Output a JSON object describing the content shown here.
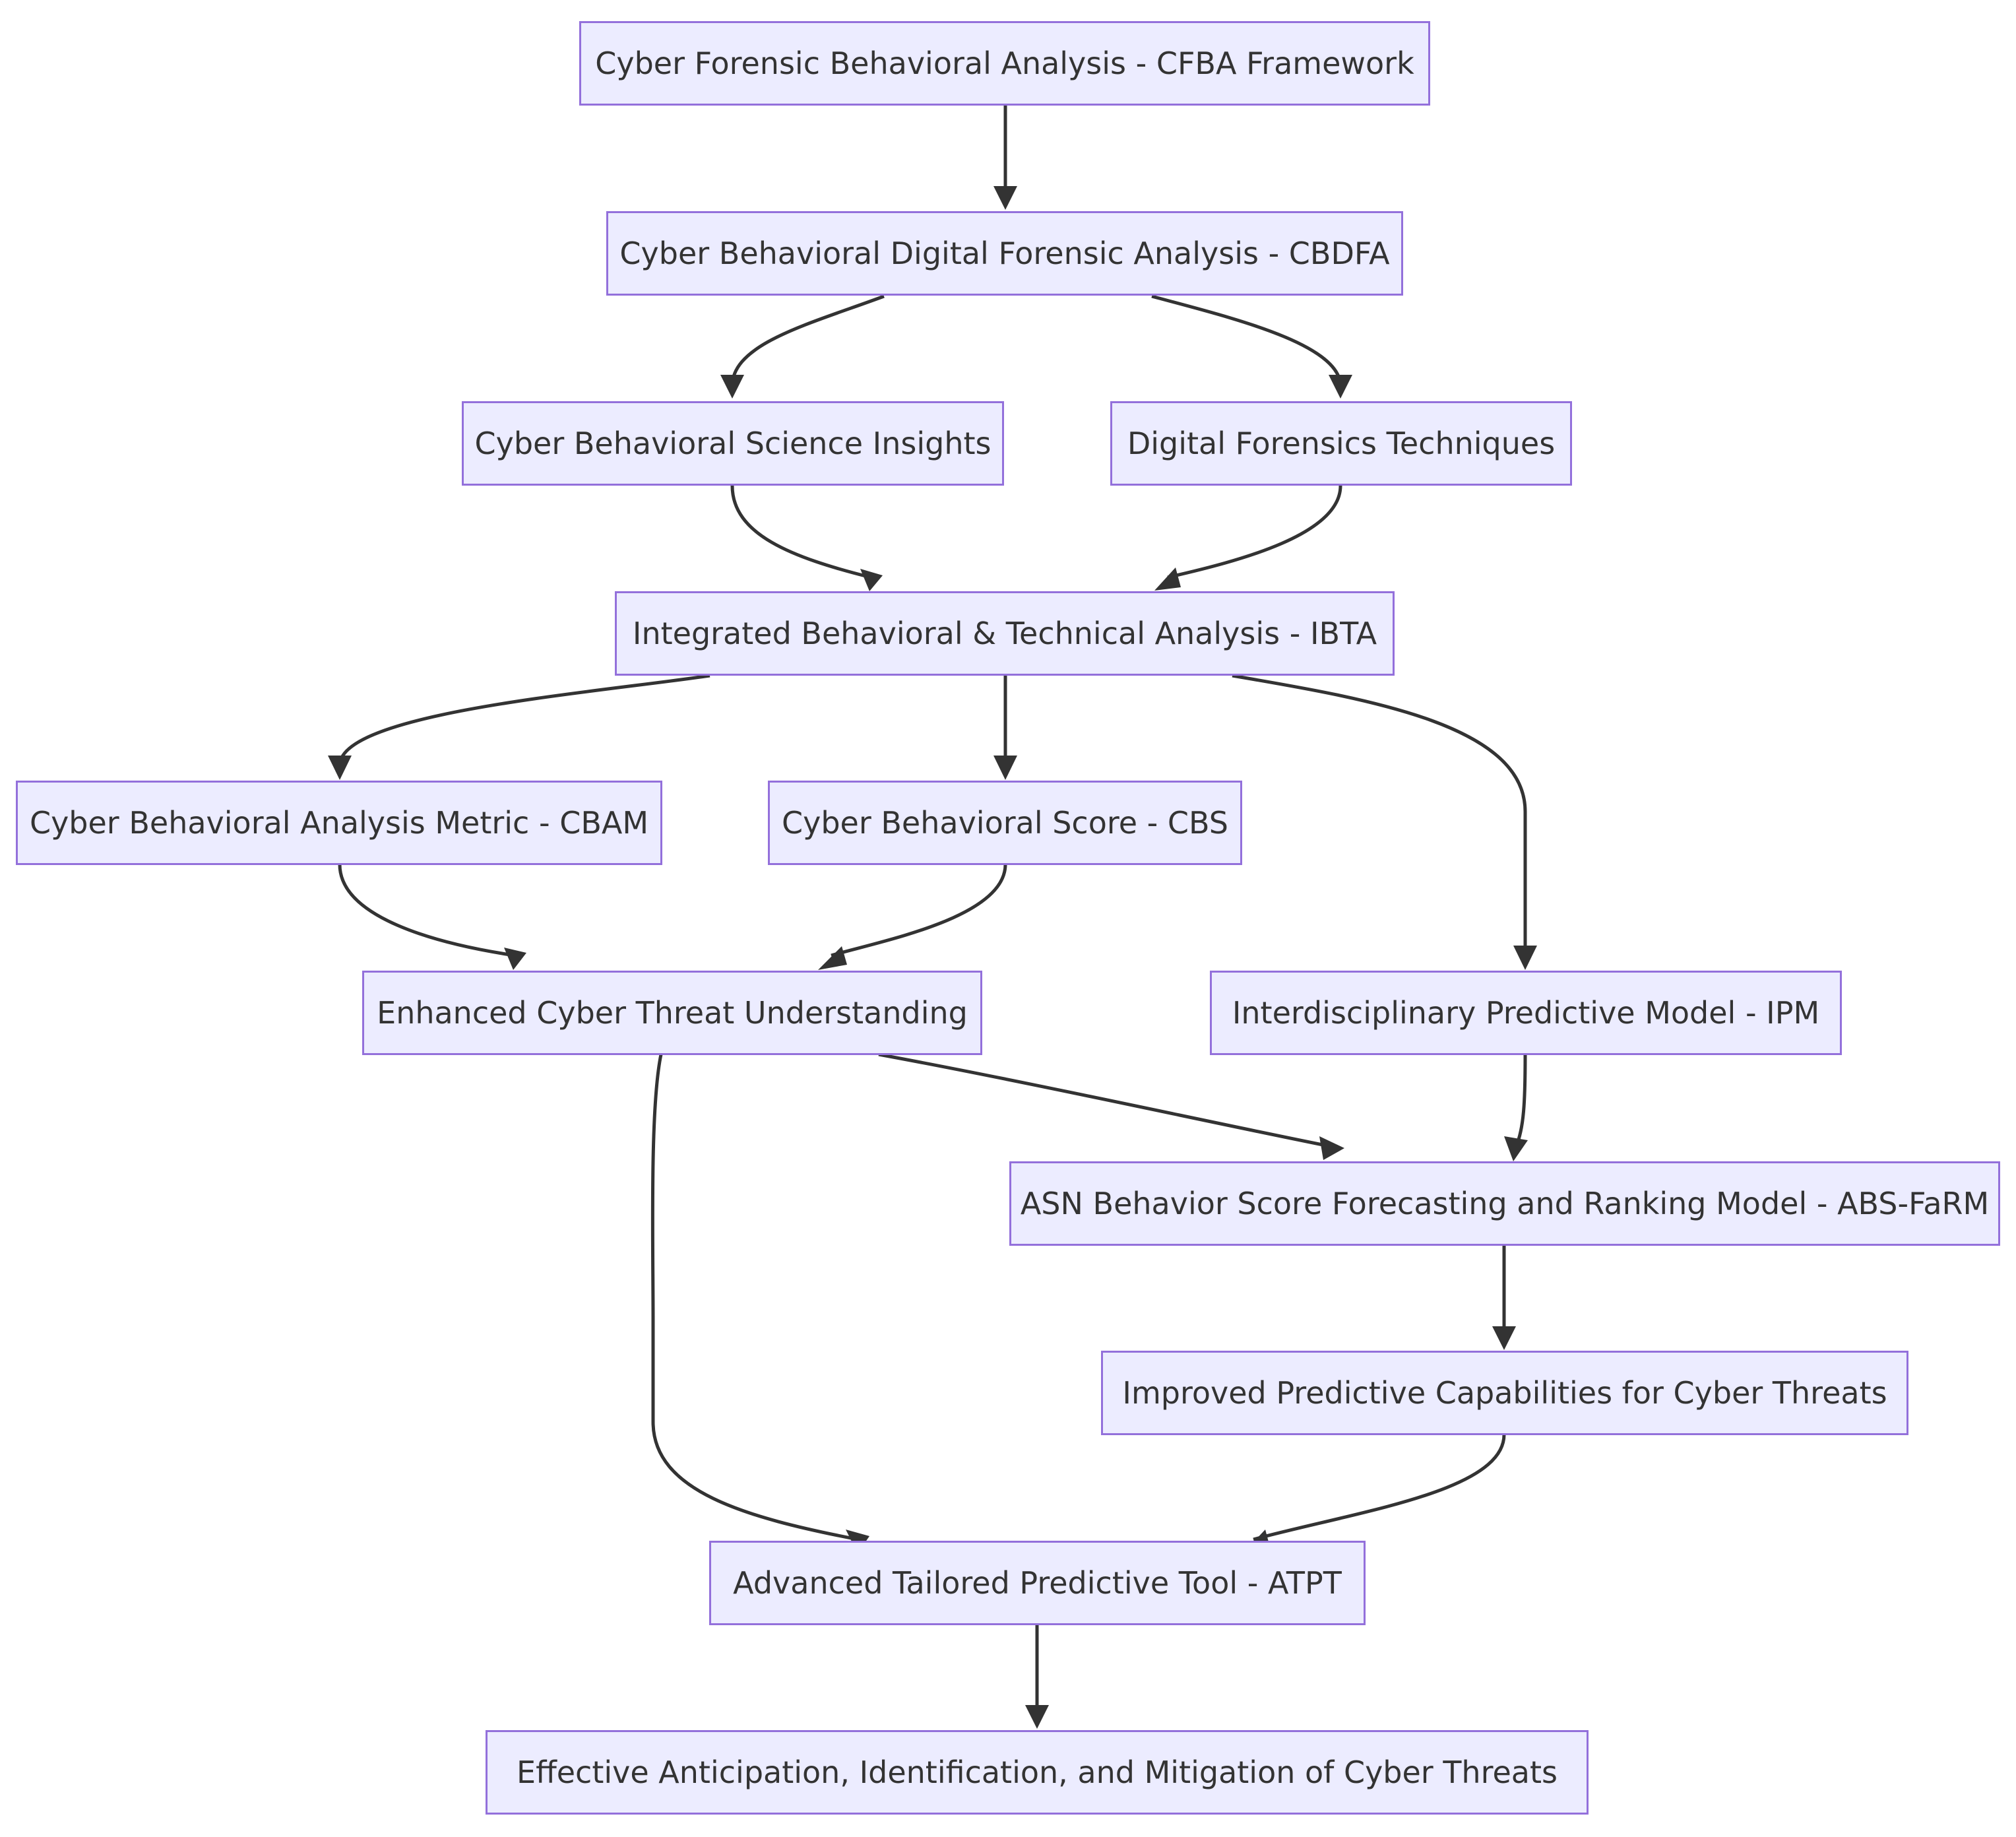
{
  "diagram": {
    "type": "flowchart",
    "direction": "top-to-bottom",
    "colors": {
      "node_fill": "#ececff",
      "node_border": "#9370db",
      "edge": "#333333",
      "text": "#333333"
    },
    "nodes": {
      "cfba": "Cyber Forensic Behavioral Analysis - CFBA Framework",
      "cbdfa": "Cyber Behavioral Digital Forensic Analysis - CBDFA",
      "cbsi": "Cyber Behavioral Science Insights",
      "dft": "Digital Forensics Techniques",
      "ibta": "Integrated Behavioral & Technical Analysis - IBTA",
      "cbam": "Cyber Behavioral Analysis Metric - CBAM",
      "cbs": "Cyber Behavioral Score - CBS",
      "ectu": "Enhanced Cyber Threat Understanding",
      "ipm": "Interdisciplinary Predictive Model - IPM",
      "absfarm": "ASN Behavior Score Forecasting and Ranking Model - ABS-FaRM",
      "ipc": "Improved Predictive Capabilities for Cyber Threats",
      "atpt": "Advanced Tailored Predictive Tool - ATPT",
      "eaim": "Effective Anticipation, Identification, and Mitigation of Cyber Threats"
    },
    "edges": [
      {
        "from": "cfba",
        "to": "cbdfa"
      },
      {
        "from": "cbdfa",
        "to": "cbsi"
      },
      {
        "from": "cbdfa",
        "to": "dft"
      },
      {
        "from": "cbsi",
        "to": "ibta"
      },
      {
        "from": "dft",
        "to": "ibta"
      },
      {
        "from": "ibta",
        "to": "cbam"
      },
      {
        "from": "ibta",
        "to": "cbs"
      },
      {
        "from": "ibta",
        "to": "ipm"
      },
      {
        "from": "cbam",
        "to": "ectu"
      },
      {
        "from": "cbs",
        "to": "ectu"
      },
      {
        "from": "ectu",
        "to": "absfarm"
      },
      {
        "from": "ipm",
        "to": "absfarm"
      },
      {
        "from": "ectu",
        "to": "atpt"
      },
      {
        "from": "absfarm",
        "to": "ipc"
      },
      {
        "from": "ipc",
        "to": "atpt"
      },
      {
        "from": "atpt",
        "to": "eaim"
      }
    ]
  }
}
